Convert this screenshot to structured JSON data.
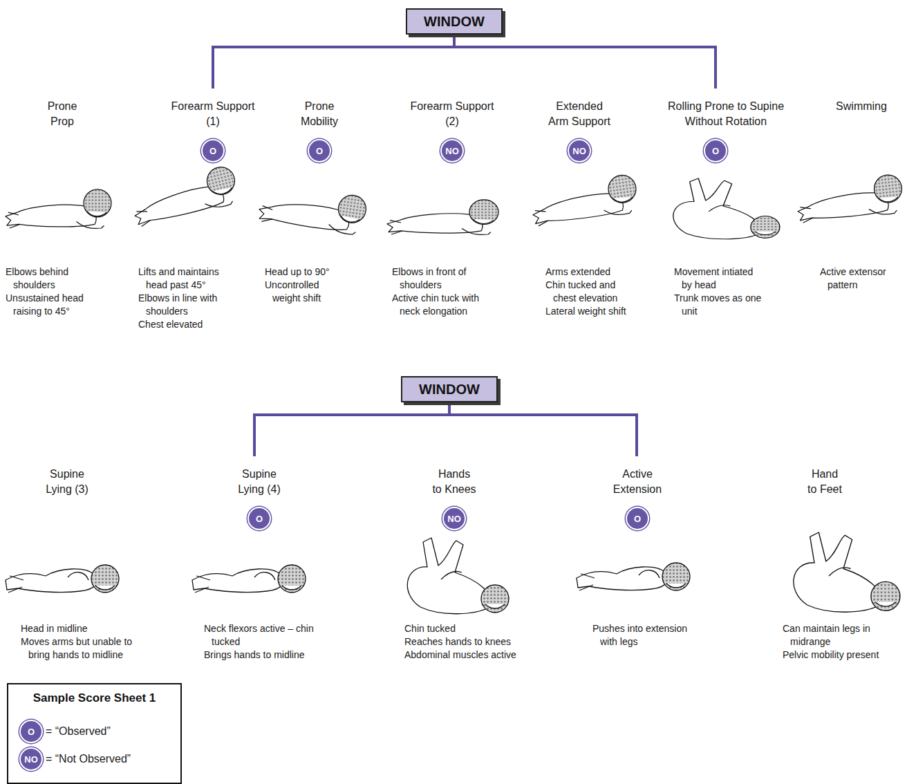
{
  "diagram": {
    "nodes": [
      {
        "text": [
          "WINDOW"
        ]
      },
      {
        "text": [
          "O"
        ]
      },
      {
        "text": [
          "O"
        ]
      },
      {
        "text": [
          "NO"
        ]
      },
      {
        "text": [
          "NO"
        ]
      },
      {
        "text": [
          "O"
        ]
      },
      {
        "text": [
          "WINDOW"
        ]
      },
      {
        "text": [
          "O"
        ]
      },
      {
        "text": [
          "NO"
        ]
      },
      {
        "text": [
          "O"
        ]
      },
      {
        "text": [
          "Sample Score Sheet 1"
        ]
      },
      {
        "text": [
          "O"
        ],
        "in": 10
      },
      {
        "text": [
          "NO"
        ],
        "in": 10
      }
    ],
    "labels": [
      "Prone Prop",
      "Elbows behind shoulders",
      "Unsustained head raising to 45°",
      "Forearm Support (1)",
      "Lifts and maintains head past 45°",
      "Elbows in line with shoulders",
      "Chest elevated",
      "Prone Mobility",
      "Head up to 90°",
      "Uncontrolled weight shift",
      "Forearm Support (2)",
      "Elbows in front of shoulders",
      "Active chin tuck with neck elongation",
      "Extended Arm Support",
      "Arms extended",
      "Chin tucked and chest elevation",
      "Lateral weight shift",
      "Rolling Prone to Supine Without Rotation",
      "Movement intiated by head",
      "Trunk moves as one unit",
      "Swimming",
      "Active extensor pattern",
      "Supine Lying (3)",
      "Head in midline",
      "Moves arms but unable to bring hands to midline",
      "Supine Lying (4)",
      "Neck flexors active – chin tucked",
      "Brings hands to midline",
      "Hands to Knees",
      "Chin tucked",
      "Reaches hands to knees",
      "Abdominal muscles active",
      "Active Extension",
      "Pushes into extension with legs",
      "Hand to Feet",
      "Can maintain legs in midrange",
      "Pelvic mobility present",
      "= “Observed”",
      "= “Not Observed”"
    ]
  }
}
